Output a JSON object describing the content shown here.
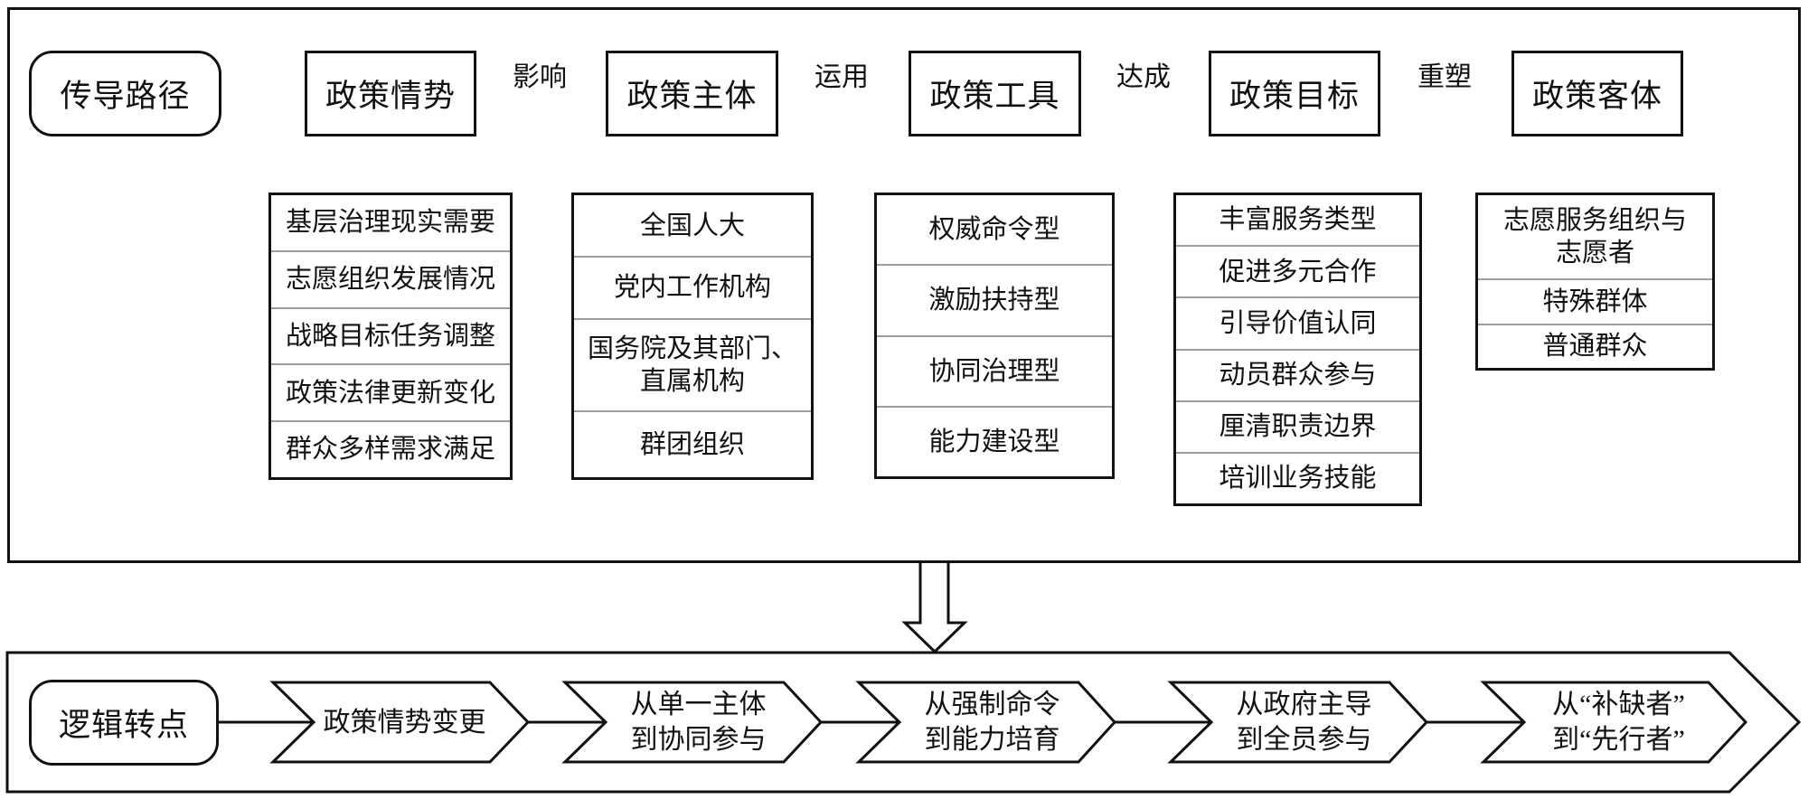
{
  "colors": {
    "background": "#ffffff",
    "line": "#111111",
    "separator": "#9e9e9e"
  },
  "top_section": {
    "entry_label": "传导路径",
    "flow_boxes": [
      {
        "label": "政策情势"
      },
      {
        "label": "政策主体"
      },
      {
        "label": "政策工具"
      },
      {
        "label": "政策目标"
      },
      {
        "label": "政策客体"
      }
    ],
    "arrow_labels": [
      "影响",
      "运用",
      "达成",
      "重塑"
    ],
    "lists": [
      {
        "parent": "政策情势",
        "items": [
          "基层治理现实需要",
          "志愿组织发展情况",
          "战略目标任务调整",
          "政策法律更新变化",
          "群众多样需求满足"
        ]
      },
      {
        "parent": "政策主体",
        "items": [
          "全国人大",
          "党内工作机构",
          "国务院及其部门、\n直属机构",
          "群团组织"
        ]
      },
      {
        "parent": "政策工具",
        "items": [
          "权威命令型",
          "激励扶持型",
          "协同治理型",
          "能力建设型"
        ]
      },
      {
        "parent": "政策目标",
        "items": [
          "丰富服务类型",
          "促进多元合作",
          "引导价值认同",
          "动员群众参与",
          "厘清职责边界",
          "培训业务技能"
        ]
      },
      {
        "parent": "政策客体",
        "items": [
          "志愿服务组织与\n志愿者",
          "特殊群体",
          "普通群众"
        ]
      }
    ]
  },
  "bottom_section": {
    "entry_label": "逻辑转点",
    "steps": [
      "政策情势变更",
      "从单一主体\n到协同参与",
      "从强制命令\n到能力培育",
      "从政府主导\n到全员参与",
      "从“补缺者”\n到“先行者”"
    ]
  }
}
